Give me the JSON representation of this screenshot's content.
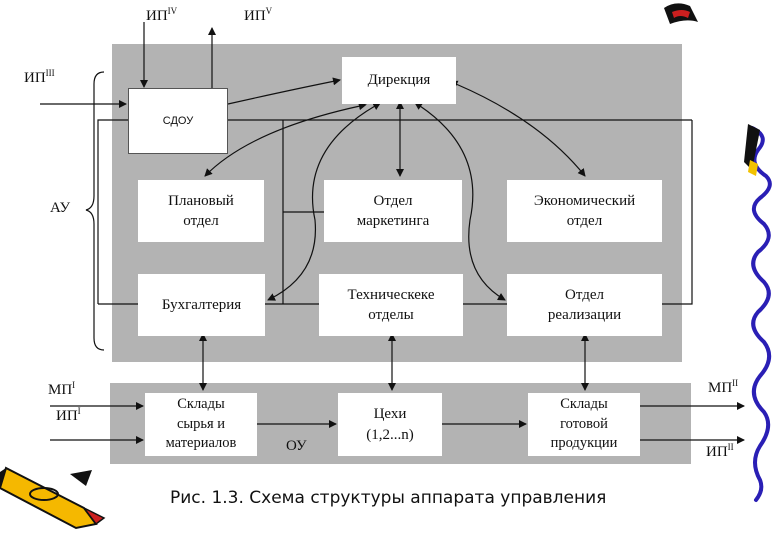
{
  "boxes": {
    "sdou": "СДОУ",
    "direction": "Дирекция",
    "planning": "Плановый\nотдел",
    "marketing": "Отдел\nмаркетинга",
    "economic": "Экономический\nотдел",
    "accounting": "Бухгалтерия",
    "technical": "Техническеке\nотделы",
    "sales": "Отдел\nреализации",
    "raw_warehouse": "Склады\nсырья и\nматериалов",
    "shops": "Цехи\n(1,2...n)",
    "product_warehouse": "Склады\nготовой\nпродукции"
  },
  "labels": {
    "ip4": {
      "base": "ИП",
      "sup": "IV"
    },
    "ip5": {
      "base": "ИП",
      "sup": "V"
    },
    "ip3": {
      "base": "ИП",
      "sup": "III"
    },
    "au": "АУ",
    "ou": "ОУ",
    "mp1_in": {
      "base": "МП",
      "sup": "I"
    },
    "ip1_in": {
      "base": "ИП",
      "sup": "I"
    },
    "mp2_out": {
      "base": "МП",
      "sup": "II"
    },
    "ip2_out": {
      "base": "ИП",
      "sup": "II"
    }
  },
  "caption": "Рис. 1.3. Схема структуры аппарата управления",
  "colors": {
    "panel": "#b3b3b3",
    "box": "#ffffff",
    "line": "#111111"
  }
}
